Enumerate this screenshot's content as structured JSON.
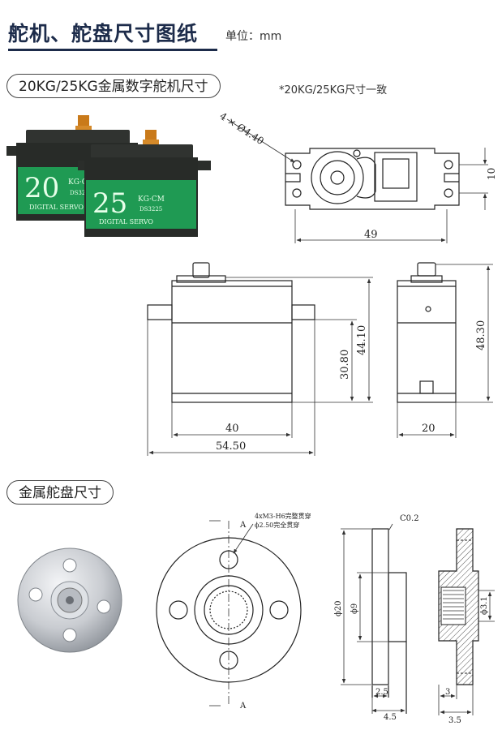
{
  "header": {
    "title": "舵机、舵盘尺寸图纸",
    "unit": "单位：mm"
  },
  "servo_section": {
    "label": "20KG/25KG金属数字舵机尺寸",
    "note": "*20KG/25KG尺寸一致",
    "photo_front": {
      "number": "20",
      "kg": "KG·CM",
      "model": "DS3225",
      "caption": "DIGITAL SERVO"
    },
    "photo_back": {
      "number": "25",
      "kg": "KG·CM",
      "model": "DS3225",
      "caption": "DIGITAL SERVO"
    },
    "dims": {
      "hole": "4 × Ø4.40",
      "hole_spacing": "10",
      "mount_width": "49",
      "flange_height": "30.80",
      "body_height": "44.10",
      "total_height": "48.30",
      "body_width": "40",
      "total_width": "54.50",
      "depth": "20"
    }
  },
  "horn_section": {
    "label": "金属舵盘尺寸",
    "notes": [
      "4xM3-H6完整贯穿",
      "ϕ2.50完全贯穿"
    ],
    "section_mark": "A",
    "chamfer": "C0.2",
    "dims": {
      "diameter": "ϕ20",
      "hub": "ϕ9",
      "bore": "ϕ3.1",
      "t1": "2.5",
      "t2": "4.5",
      "t3": "3",
      "t4": "3.5"
    }
  },
  "colors": {
    "servo_body": "#2b2e2b",
    "servo_label": "#1f9a53",
    "gear": "#c97a1a",
    "title": "#1c2b4a"
  }
}
